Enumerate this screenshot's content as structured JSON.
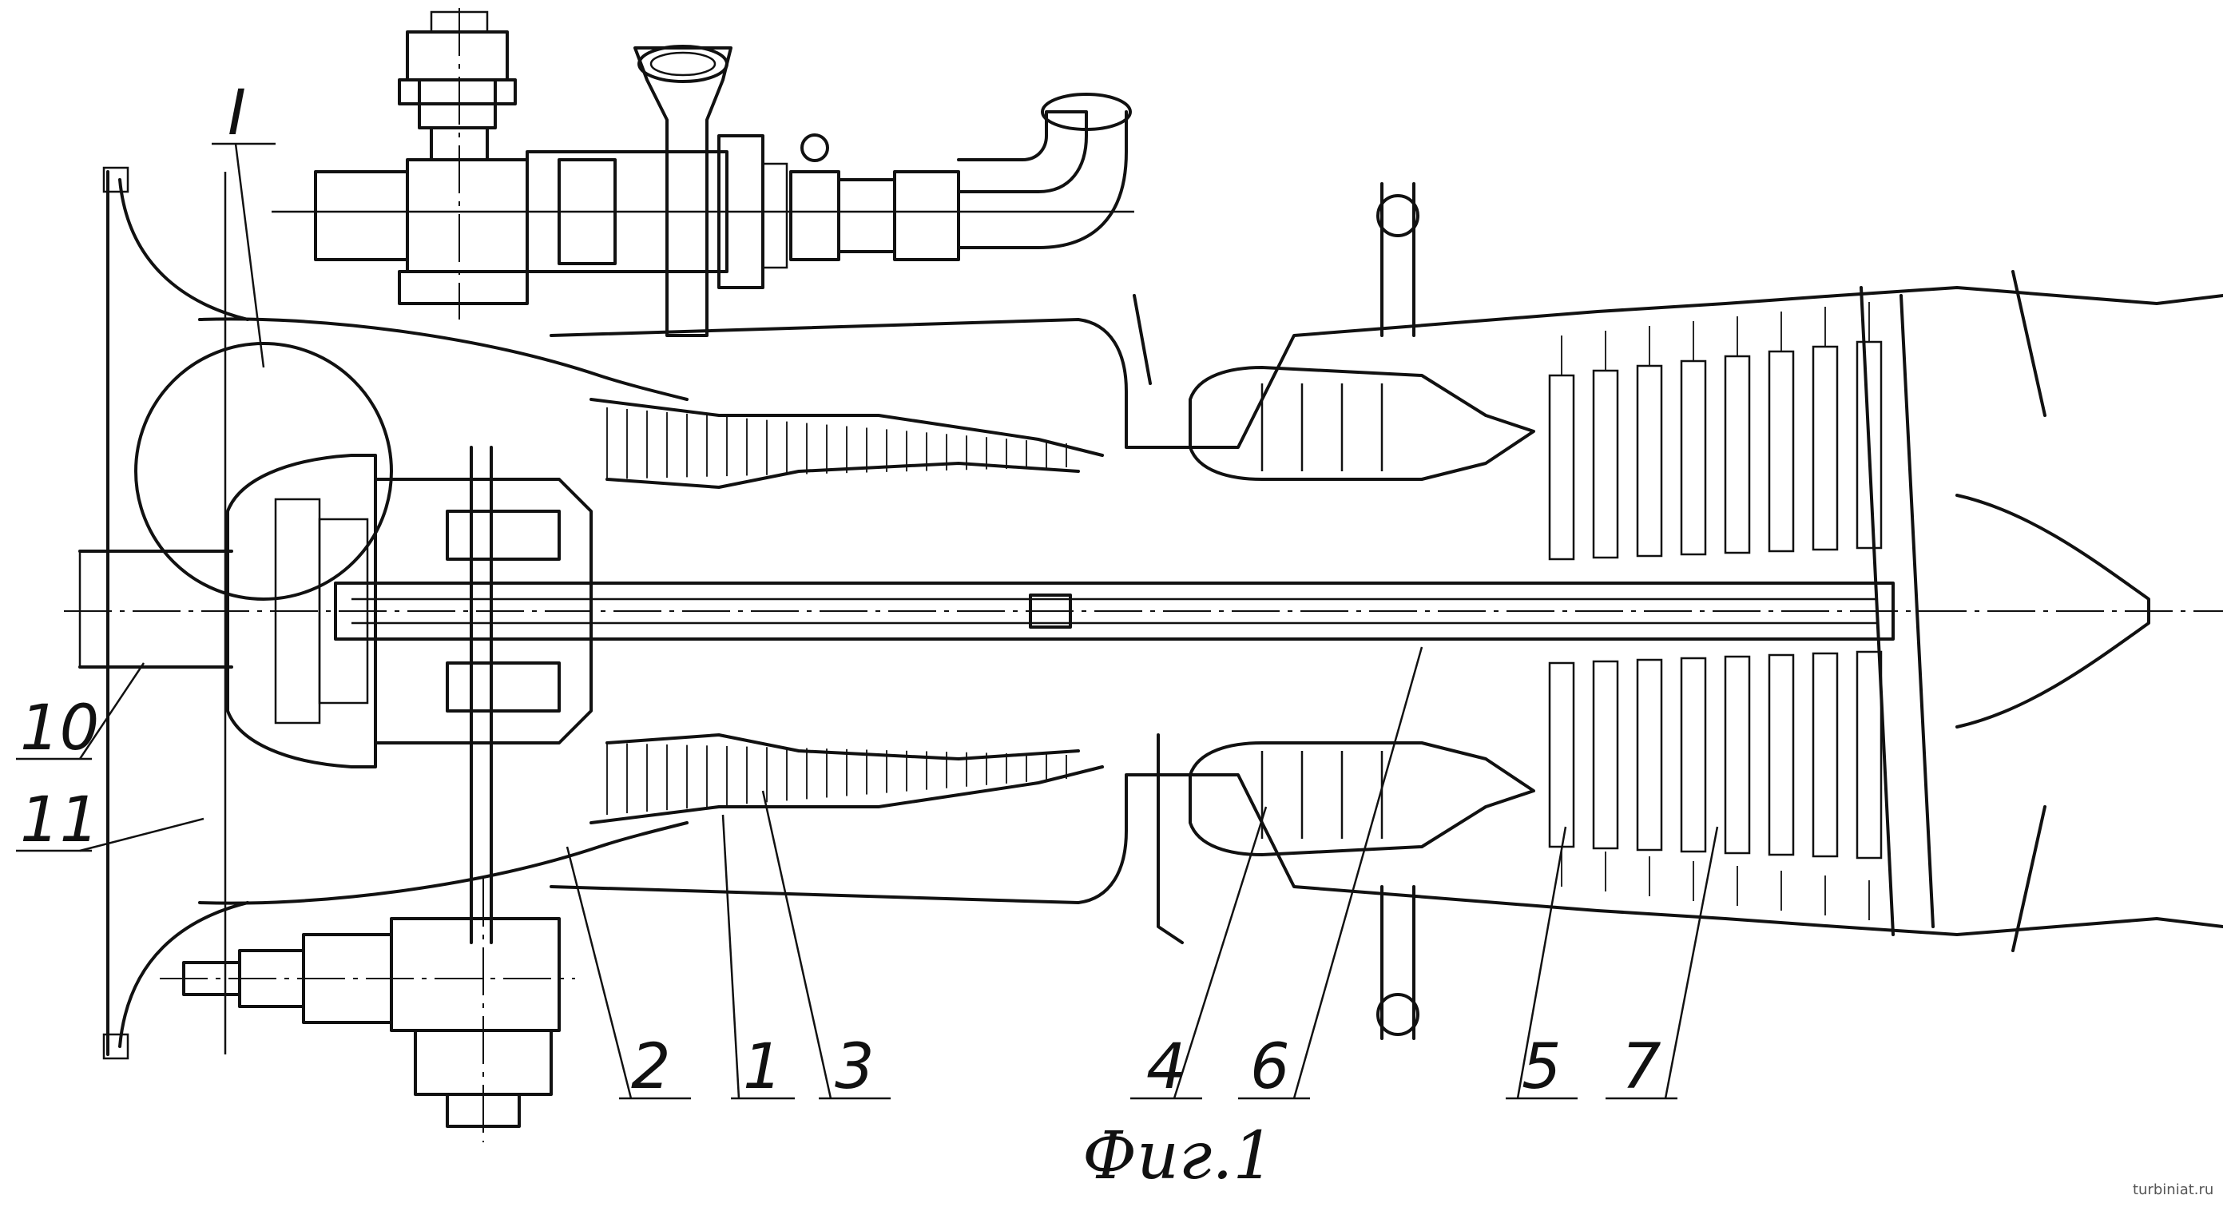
{
  "figure": {
    "caption": "Фиг.1",
    "watermark": "turbiniat.ru"
  },
  "callouts": [
    {
      "id": "I",
      "label": "I"
    },
    {
      "id": "10",
      "label": "10"
    },
    {
      "id": "11",
      "label": "11"
    },
    {
      "id": "2",
      "label": "2"
    },
    {
      "id": "1",
      "label": "1"
    },
    {
      "id": "3",
      "label": "3"
    },
    {
      "id": "4",
      "label": "4"
    },
    {
      "id": "6",
      "label": "6"
    },
    {
      "id": "5",
      "label": "5"
    },
    {
      "id": "7",
      "label": "7"
    }
  ],
  "style": {
    "ink": "#111111",
    "paper": "#ffffff"
  }
}
